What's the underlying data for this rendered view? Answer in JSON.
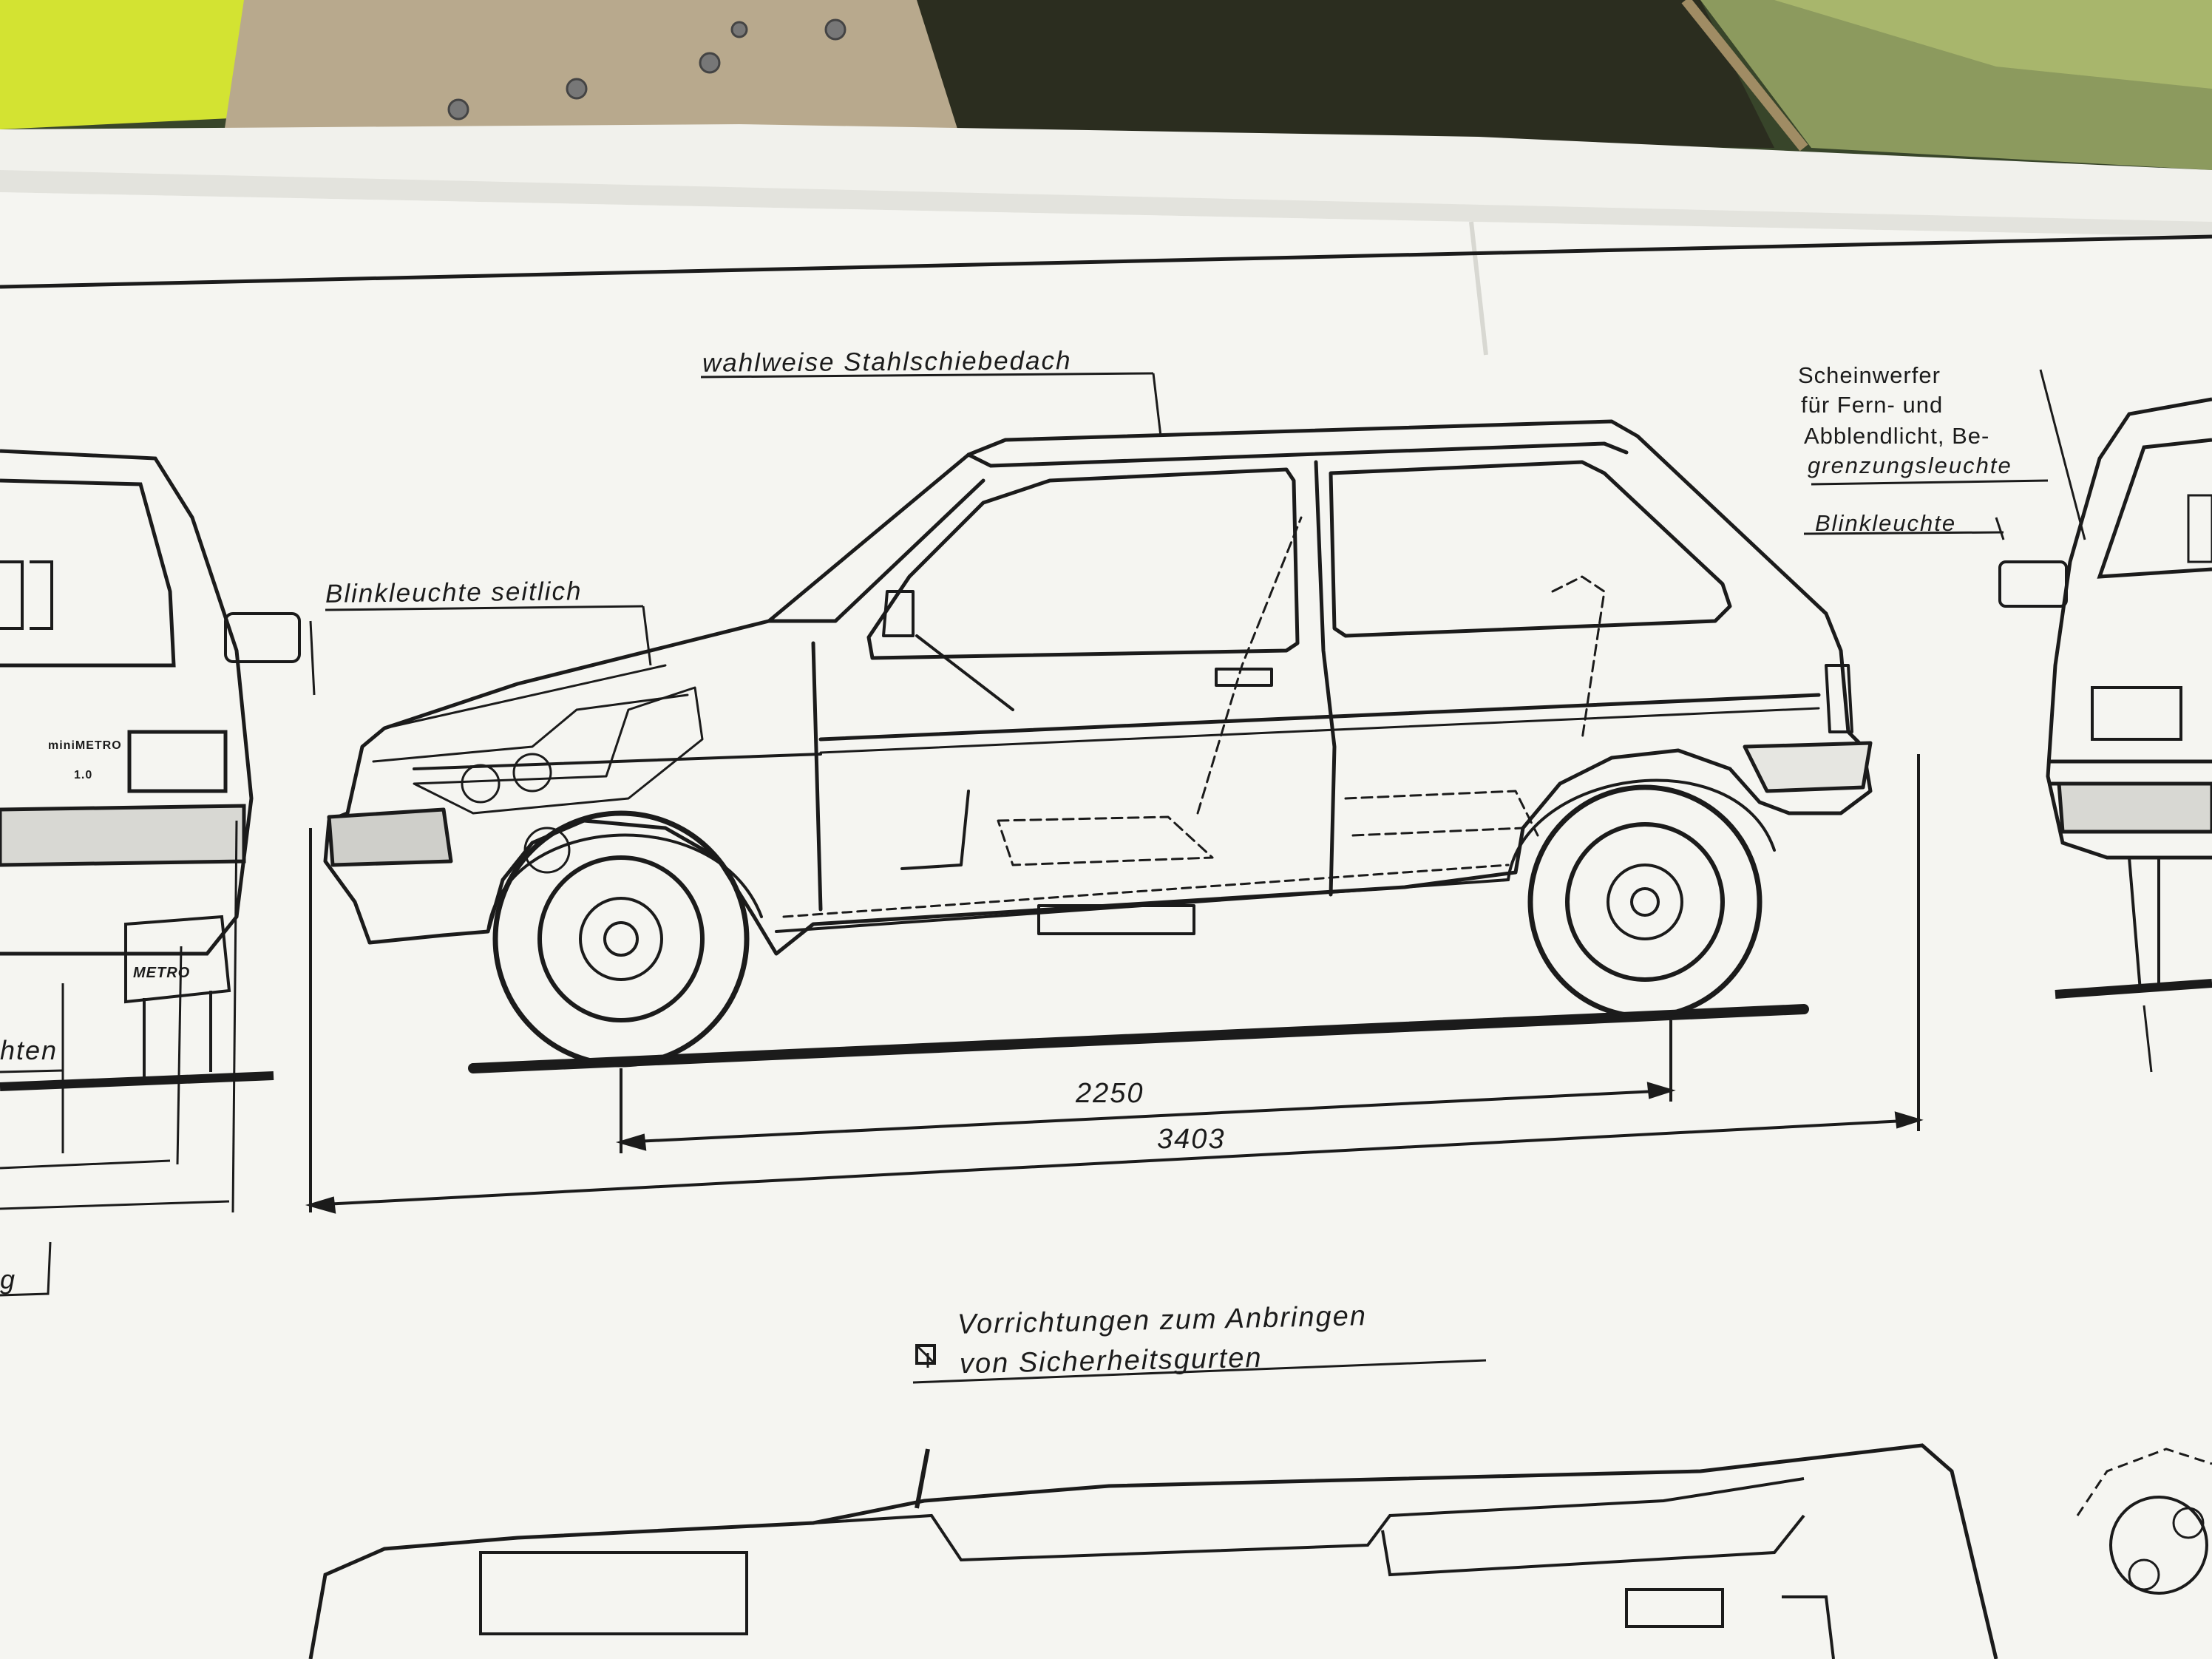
{
  "labels": {
    "sunroof": "wahlweise Stahlschiebedach",
    "side_indicator": "Blinkleuchte seitlich",
    "headlamp_line1": "Scheinwerfer",
    "headlamp_line2": "für Fern- und",
    "headlamp_line3": "Abblendlicht, Be-",
    "headlamp_line4": "grenzungsleuchte",
    "front_indicator": "Blinkleuchte",
    "wheelbase": "2250",
    "overall_length": "3403",
    "seatbelt_line1": "Vorrichtungen  zum  Anbringen",
    "seatbelt_line2": "von Sicherheitsgurten",
    "left_fragment_1": "hten",
    "left_fragment_2": "g",
    "rear_badge_metro": "METRO",
    "rear_badge_model": "miniMETRO",
    "rear_badge_engine": "1.0"
  },
  "colors": {
    "paper": "#f3f3ef",
    "ink": "#1b1b1b",
    "background_yellow": "#d7e62c",
    "background_dark": "#2f3a22"
  }
}
